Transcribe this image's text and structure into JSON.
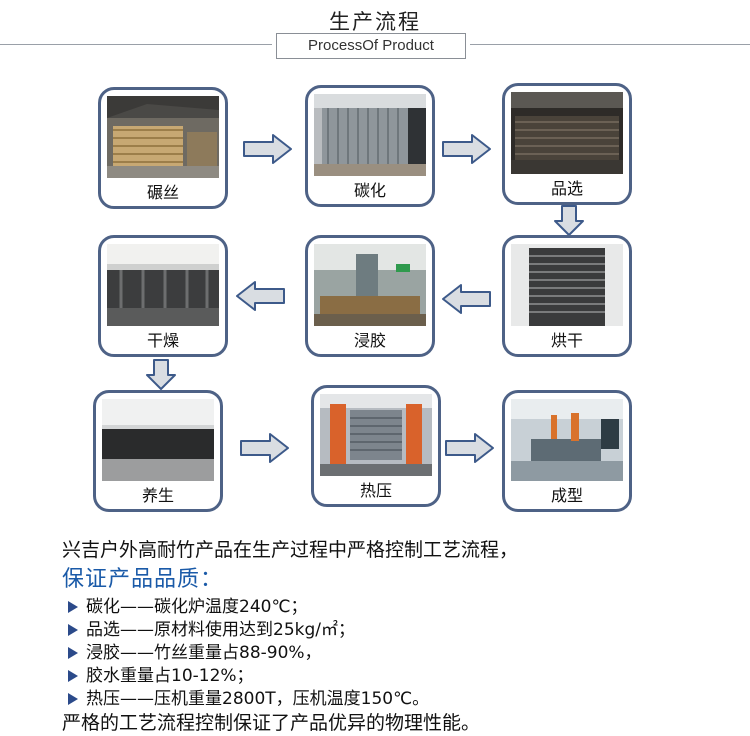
{
  "header": {
    "title": "生产流程",
    "subtitle": "ProcessOf Product"
  },
  "steps": [
    {
      "label": "碾丝"
    },
    {
      "label": "碳化"
    },
    {
      "label": "品选"
    },
    {
      "label": "干燥"
    },
    {
      "label": "浸胶"
    },
    {
      "label": "烘干"
    },
    {
      "label": "养生"
    },
    {
      "label": "热压"
    },
    {
      "label": "成型"
    }
  ],
  "description": {
    "intro": "兴吉户外高耐竹产品在生产过程中严格控制工艺流程，",
    "heading": "保证产品品质：",
    "items": [
      "碳化——碳化炉温度240℃；",
      "品选——原材料使用达到25kg/㎡；",
      "浸胶——竹丝重量占88-90%，",
      "胶水重量占10-12%；",
      "热压——压机重量2800T，压机温度150℃。"
    ],
    "footer": "严格的工艺流程控制保证了产品优异的物理性能。"
  },
  "colors": {
    "frame": "#4e6286",
    "arrow_fill": "#d9dde2",
    "arrow_stroke": "#3d5a8a",
    "heading": "#1a5aa8"
  }
}
